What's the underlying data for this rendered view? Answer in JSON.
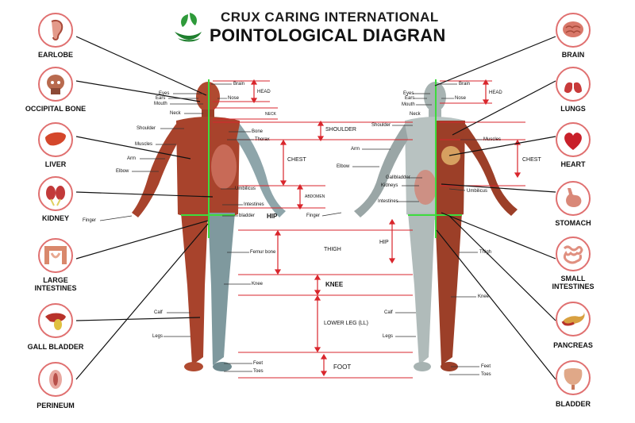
{
  "header": {
    "brand": "CRUX CARING INTERNATIONAL",
    "title": "POINTOLOGICAL DIAGRAN"
  },
  "colors": {
    "muscle": "#a8432c",
    "skeleton_male": "#5f7f86",
    "skeleton_female": "#9aa6a6",
    "guide_red": "#d9262c",
    "guide_green": "#3ddc3d",
    "circle_border": "#e07070"
  },
  "organs_left": [
    {
      "label": "EARLOBE",
      "icon": "ear-icon"
    },
    {
      "label": "OCCIPITAL BONE",
      "icon": "skull-icon"
    },
    {
      "label": "LIVER",
      "icon": "liver-icon"
    },
    {
      "label": "KIDNEY",
      "icon": "kidney-icon"
    },
    {
      "label": "LARGE\nINTESTINES",
      "icon": "large-intestine-icon"
    },
    {
      "label": "GALL BLADDER",
      "icon": "gall-bladder-icon"
    },
    {
      "label": "PERINEUM",
      "icon": "perineum-icon"
    }
  ],
  "organs_right": [
    {
      "label": "BRAIN",
      "icon": "brain-icon"
    },
    {
      "label": "LUNGS",
      "icon": "lungs-icon"
    },
    {
      "label": "HEART",
      "icon": "heart-icon"
    },
    {
      "label": "STOMACH",
      "icon": "stomach-icon"
    },
    {
      "label": "SMALL\nINTESTINES",
      "icon": "small-intestine-icon"
    },
    {
      "label": "PANCREAS",
      "icon": "pancreas-icon"
    },
    {
      "label": "BLADDER",
      "icon": "bladder-icon"
    }
  ],
  "male_parts": {
    "left": [
      "Eyes",
      "Ears",
      "Mouth",
      "Neck",
      "Shoulder",
      "Muscles",
      "Arm",
      "Elbow",
      "Finger",
      "Calf",
      "Legs"
    ],
    "right": [
      "Brain",
      "Nose",
      "Bone",
      "Thorax",
      "Umbilicus",
      "Intestines",
      "bladder",
      "Femur bone",
      "Knee",
      "Feet",
      "Toes"
    ]
  },
  "female_parts": {
    "left": [
      "Eyes",
      "Ears",
      "Mouth",
      "Neck",
      "Shoulder",
      "Arm",
      "Elbow",
      "Gallbladder",
      "Kidneys",
      "Intestines",
      "Finger",
      "Calf",
      "Legs"
    ],
    "right": [
      "Brain",
      "Nose",
      "Muscles",
      "Umbilicus",
      "Thigh",
      "Knee",
      "Feet",
      "Toes"
    ]
  },
  "zones": {
    "head": "HEAD",
    "neck": "NECK",
    "shoulder": "SHOULDER",
    "chest": "CHEST",
    "abdomen": "ABDOMEN",
    "hip": "HIP",
    "thigh": "THIGH",
    "knee": "KNEE",
    "lower_leg": "LOWER LEG (LL)",
    "foot": "FOOT"
  }
}
